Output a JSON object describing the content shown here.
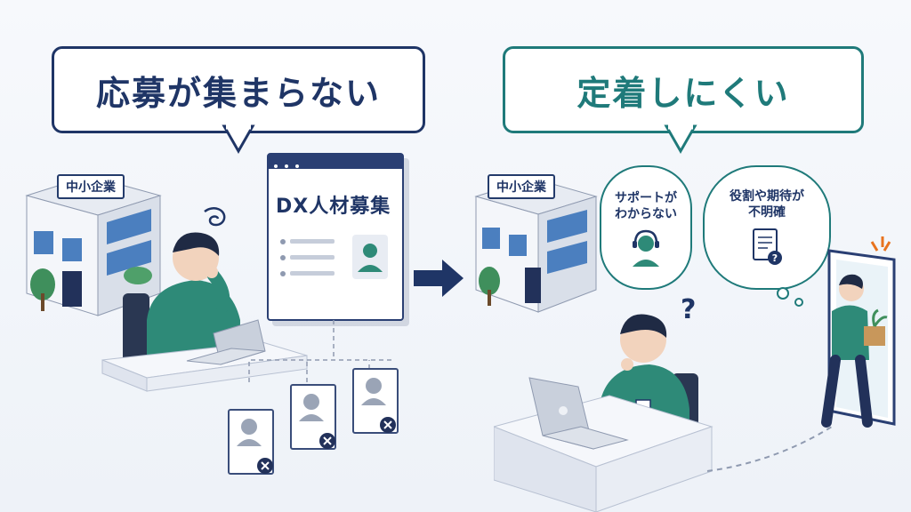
{
  "left": {
    "headline": "応募が集まらない",
    "company_label": "中小企業",
    "job_window_title": "DX人材募集"
  },
  "right": {
    "headline": "定着しにくい",
    "company_label": "中小企業",
    "thought_support_line1": "サポートが",
    "thought_support_line2": "わからない",
    "thought_role_line1": "役割や期待が",
    "thought_role_line2": "不明確"
  },
  "colors": {
    "navy": "#1f3566",
    "teal": "#1f7a7a",
    "green_shirt": "#2e8a78"
  },
  "icons": [
    "headset-icon",
    "document-question-icon",
    "arrow-right-icon",
    "reject-x-icon",
    "spiral-confusion-icon",
    "question-mark-icon"
  ]
}
